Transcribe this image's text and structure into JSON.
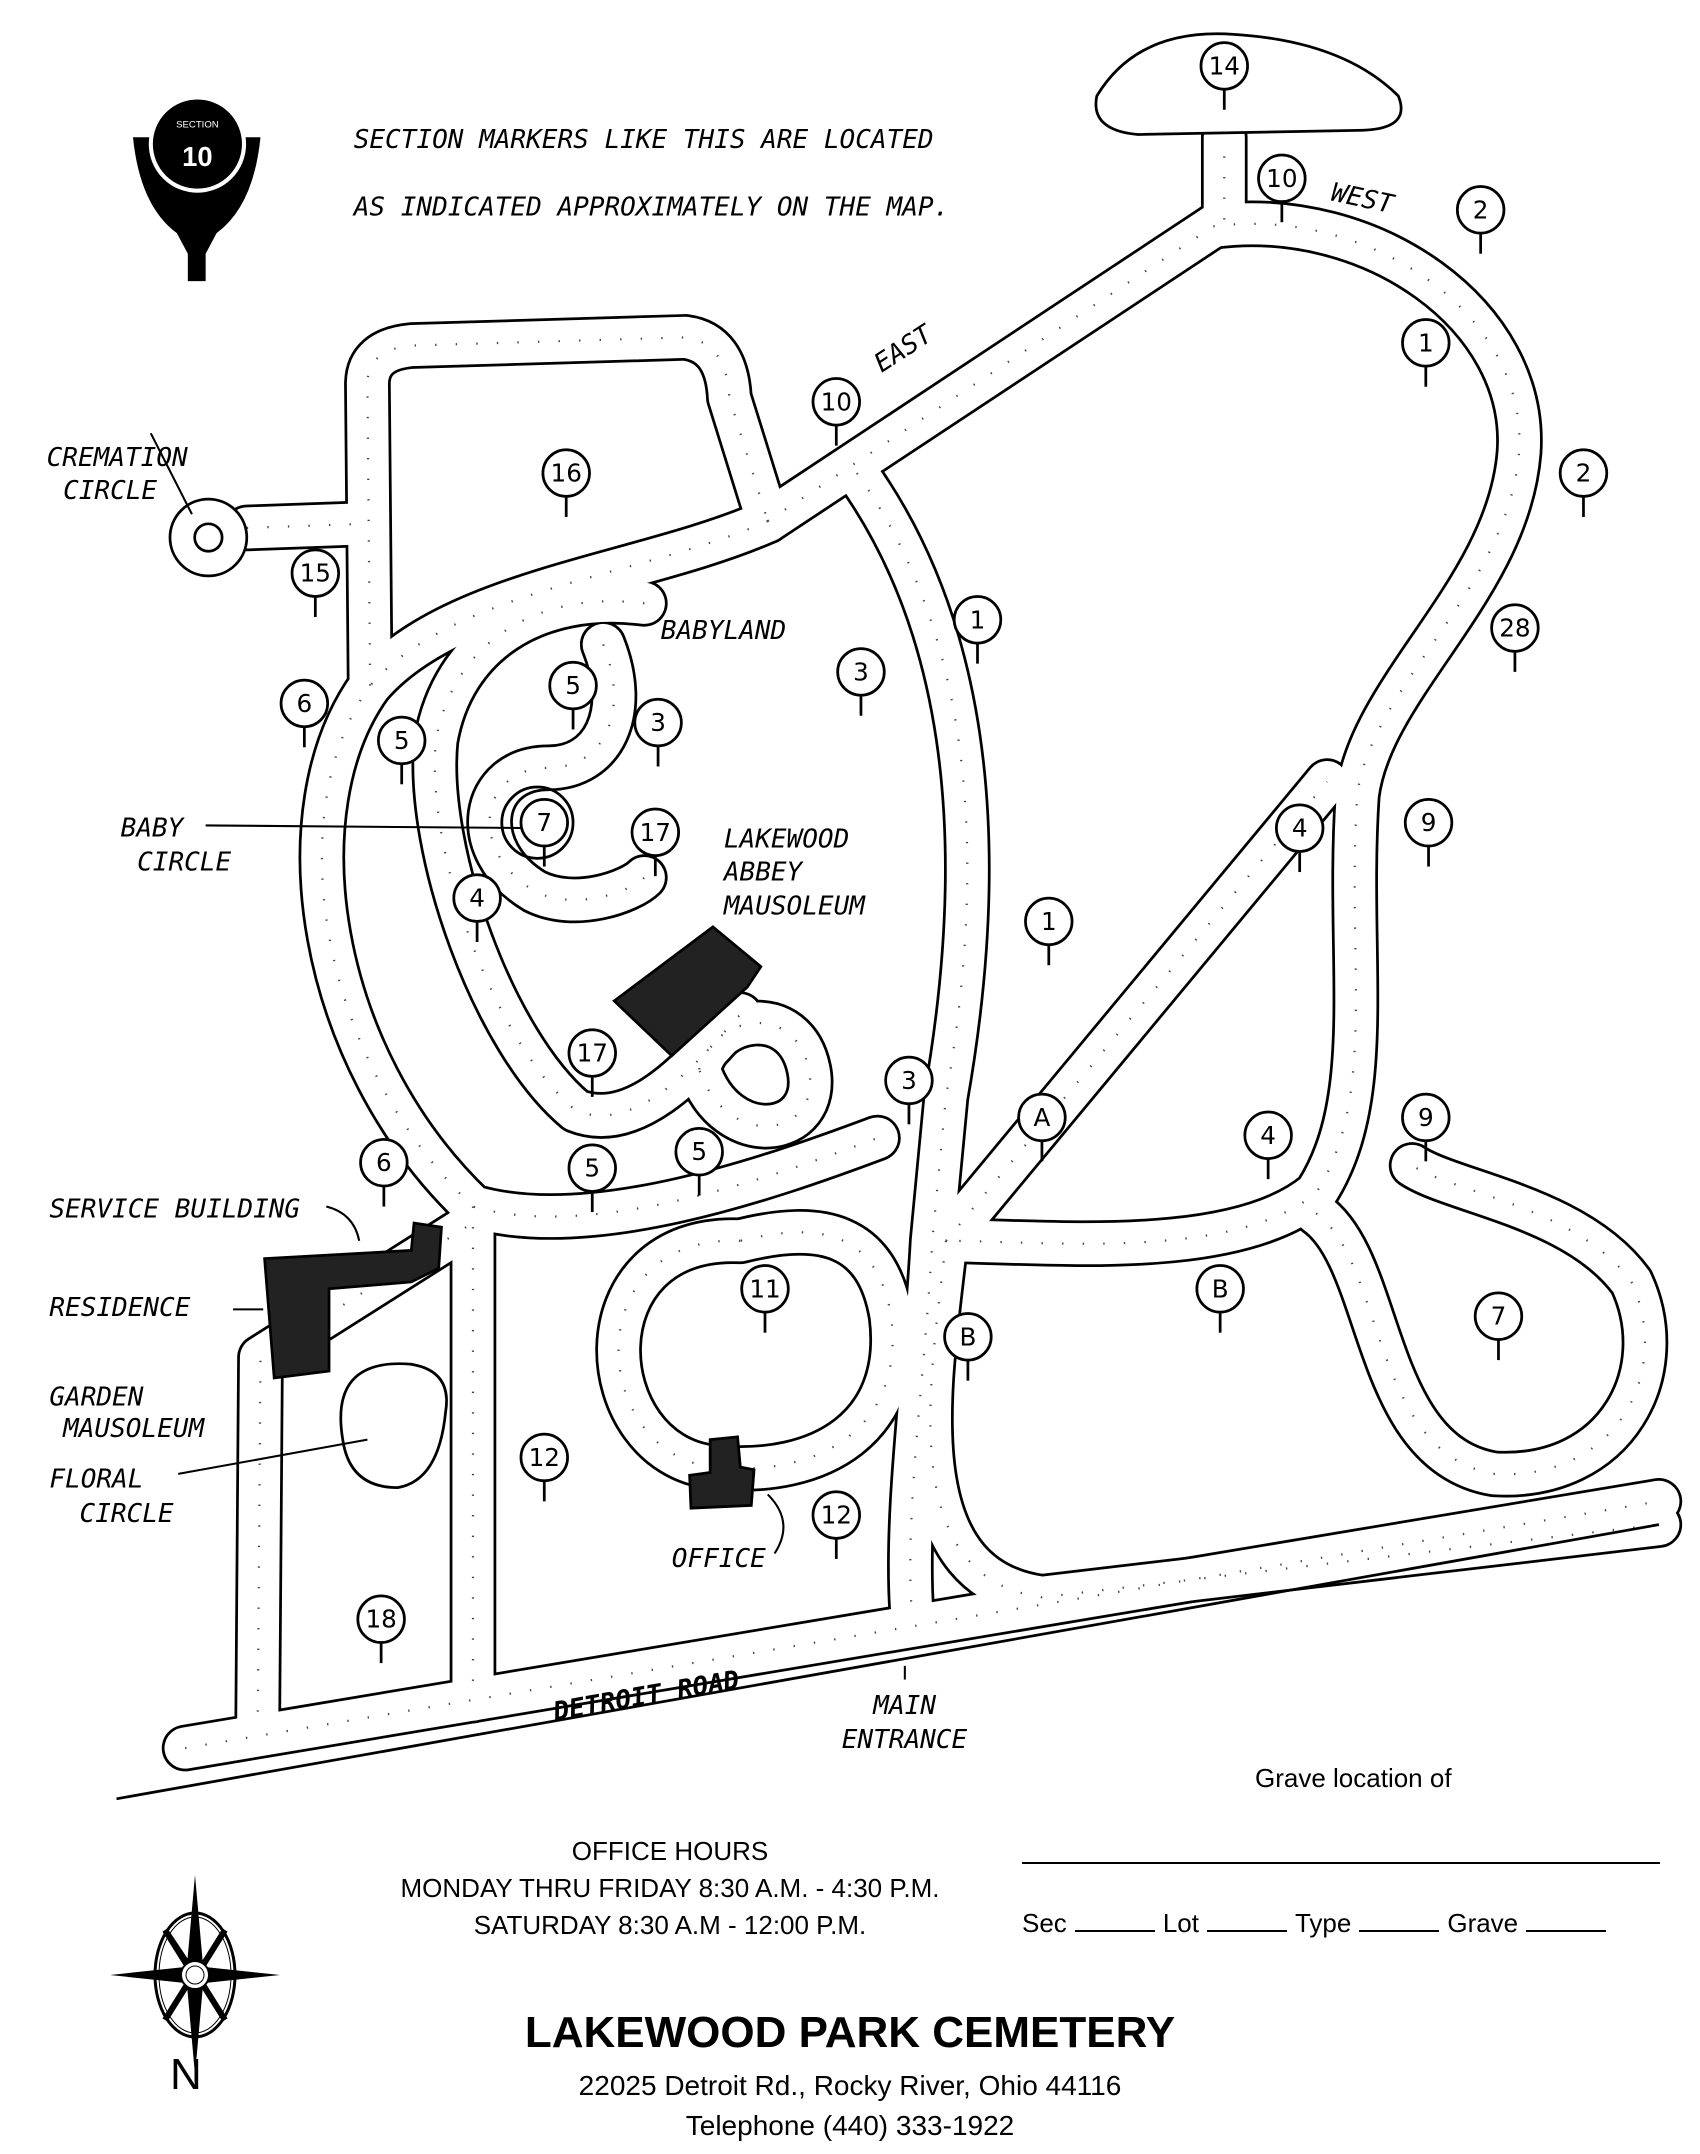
{
  "legend": {
    "marker_word": "SECTION",
    "marker_number": "10",
    "text_line1": "SECTION MARKERS LIKE THIS ARE LOCATED",
    "text_line2": "AS INDICATED APPROXIMATELY ON THE MAP."
  },
  "labels": {
    "cremation_circle": [
      "CREMATION",
      "CIRCLE"
    ],
    "babyland": "BABYLAND",
    "baby_circle": [
      "BABY",
      "CIRCLE"
    ],
    "mausoleum": [
      "LAKEWOOD",
      "ABBEY",
      "MAUSOLEUM"
    ],
    "service_building": "SERVICE BUILDING",
    "residence": "RESIDENCE",
    "garden_mausoleum": [
      "GARDEN",
      "MAUSOLEUM"
    ],
    "floral_circle": [
      "FLORAL",
      "CIRCLE"
    ],
    "office": "OFFICE",
    "detroit_road": "DETROIT ROAD",
    "main_entrance": [
      "MAIN",
      "ENTRANCE"
    ],
    "east": "EAST",
    "west": "WEST"
  },
  "section_markers": [
    "14",
    "10",
    "2",
    "1",
    "2",
    "28",
    "10",
    "16",
    "15",
    "6",
    "5",
    "5",
    "3",
    "3",
    "1",
    "7",
    "17",
    "4",
    "1",
    "4",
    "9",
    "17",
    "3",
    "A",
    "5",
    "5",
    "4",
    "9",
    "6",
    "B",
    "B",
    "7",
    "11",
    "12",
    "12",
    "18"
  ],
  "office_hours": {
    "heading": "OFFICE HOURS",
    "weekday": "MONDAY THRU FRIDAY 8:30 A.M. - 4:30 P.M.",
    "saturday": "SATURDAY 8:30 A.M - 12:00 P.M."
  },
  "grave_form": {
    "heading": "Grave location of",
    "sec": "Sec",
    "lot": "Lot",
    "type": "Type",
    "grave": "Grave"
  },
  "compass": {
    "north": "N"
  },
  "footer": {
    "name": "LAKEWOOD PARK CEMETERY",
    "address": "22025 Detroit Rd., Rocky River, Ohio 44116",
    "phone": "Telephone (440) 333-1922"
  }
}
